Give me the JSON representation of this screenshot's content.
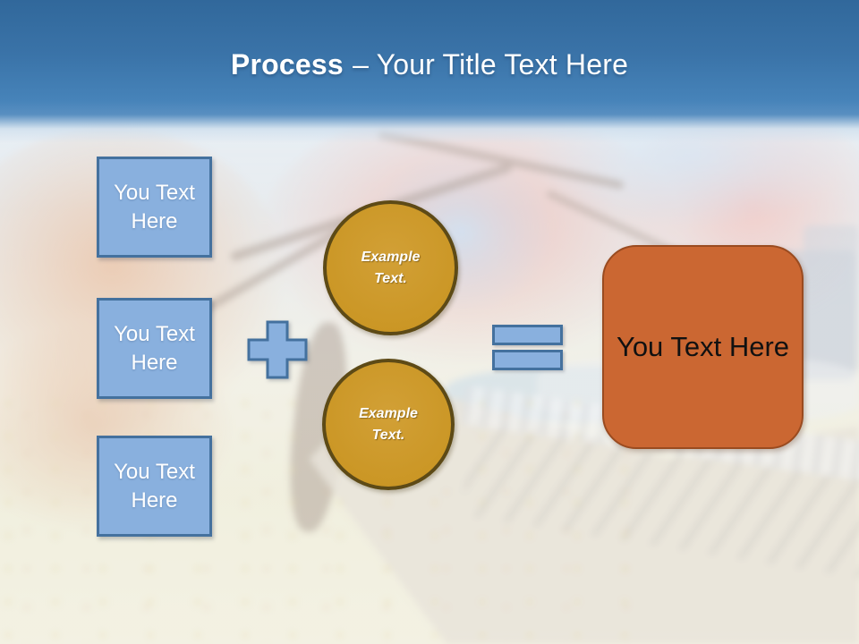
{
  "title": {
    "emphasis": "Process",
    "rest": "– Your Title Text Here"
  },
  "input_boxes": [
    {
      "label": "You Text Here"
    },
    {
      "label": "You Text Here"
    },
    {
      "label": "You Text Here"
    }
  ],
  "operators": {
    "plus": "plus-icon",
    "equals": "equals-icon"
  },
  "circles": [
    {
      "label": "Example Text."
    },
    {
      "label": "Example Text."
    }
  ],
  "result_box": {
    "label": "You Text Here"
  },
  "background": {
    "description": "autumn park photo, washed out"
  },
  "colors": {
    "header_top": "#31689B",
    "header_bottom": "#4E89BF",
    "shape_blue_fill": "#89B0DE",
    "shape_blue_border": "#44719E",
    "circle_fill": "#CC982B",
    "circle_border": "#5D4A16",
    "result_fill": "#CB6732",
    "result_border": "#9A4B20",
    "title_text": "#FFFFFF",
    "result_text": "#111111"
  }
}
